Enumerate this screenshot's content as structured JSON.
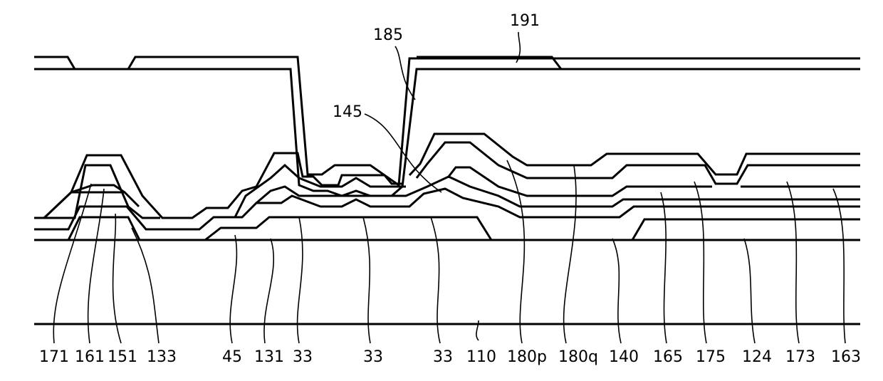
{
  "figure": {
    "bottom_labels": [
      "171",
      "161",
      "151",
      "133",
      "45",
      "131",
      "33",
      "33",
      "33",
      "110",
      "180p",
      "180q",
      "140",
      "165",
      "175",
      "124",
      "173",
      "163"
    ],
    "top_labels": [
      "191",
      "185",
      "145"
    ]
  }
}
